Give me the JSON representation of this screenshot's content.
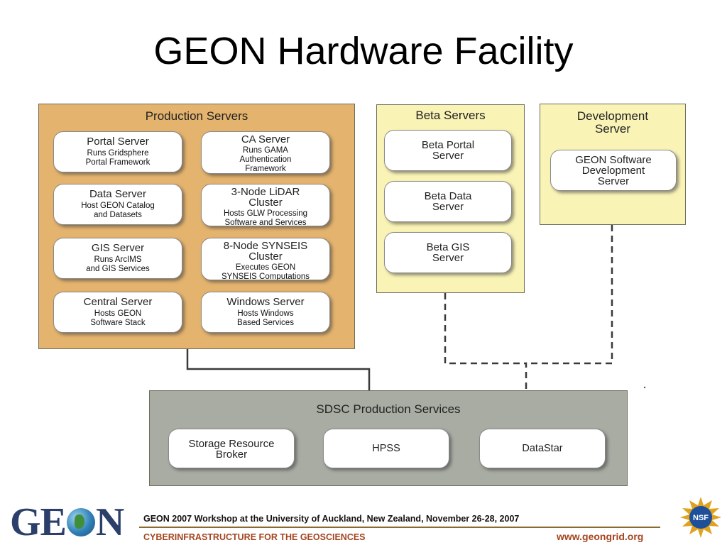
{
  "title": "GEON Hardware Facility",
  "production": {
    "title": "Production Servers",
    "servers": [
      {
        "name": "Portal Server",
        "desc": [
          "Runs Gridsphere",
          "Portal Framework"
        ]
      },
      {
        "name": "CA Server",
        "desc": [
          "Runs GAMA",
          "Authentication",
          "Framework"
        ]
      },
      {
        "name": "Data Server",
        "desc": [
          "Host GEON Catalog",
          "and Datasets"
        ]
      },
      {
        "name_lines": [
          "3-Node LiDAR",
          "Cluster"
        ],
        "desc": [
          "Hosts GLW Processing",
          "Software and Services"
        ]
      },
      {
        "name": "GIS Server",
        "desc": [
          "Runs ArcIMS",
          "and GIS Services"
        ]
      },
      {
        "name_lines": [
          "8-Node SYNSEIS",
          "Cluster"
        ],
        "desc": [
          "Executes GEON",
          "SYNSEIS Computations"
        ]
      },
      {
        "name": "Central Server",
        "desc": [
          "Hosts GEON",
          "Software Stack"
        ]
      },
      {
        "name": "Windows Server",
        "desc": [
          "Hosts Windows",
          "Based Services"
        ]
      }
    ]
  },
  "beta": {
    "title": "Beta Servers",
    "servers": [
      {
        "name_lines": [
          "Beta Portal",
          "Server"
        ]
      },
      {
        "name_lines": [
          "Beta Data",
          "Server"
        ]
      },
      {
        "name_lines": [
          "Beta GIS",
          "Server"
        ]
      }
    ]
  },
  "development": {
    "title_lines": [
      "Development",
      "Server"
    ],
    "servers": [
      {
        "name_lines": [
          "GEON Software",
          "Development",
          "Server"
        ]
      }
    ]
  },
  "sdsc": {
    "title": "SDSC Production Services",
    "services": [
      {
        "name_lines": [
          "Storage Resource",
          "Broker"
        ]
      },
      {
        "name": "HPSS"
      },
      {
        "name": "DataStar"
      }
    ]
  },
  "footer": {
    "logo_left": "GE",
    "logo_right": "N",
    "workshop": "GEON 2007 Workshop at the University of Auckland, New Zealand, November 26-28, 2007",
    "tagline": "CYBERINFRASTRUCTURE FOR THE GEOSCIENCES",
    "url": "www.geongrid.org",
    "nsf": "NSF"
  },
  "colors": {
    "production_bg": "#e4b36e",
    "beta_bg": "#faf3b6",
    "sdsc_bg": "#a8aca3",
    "accent": "#a4441f"
  },
  "icons": [
    "globe-icon",
    "nsf-seal-icon"
  ]
}
